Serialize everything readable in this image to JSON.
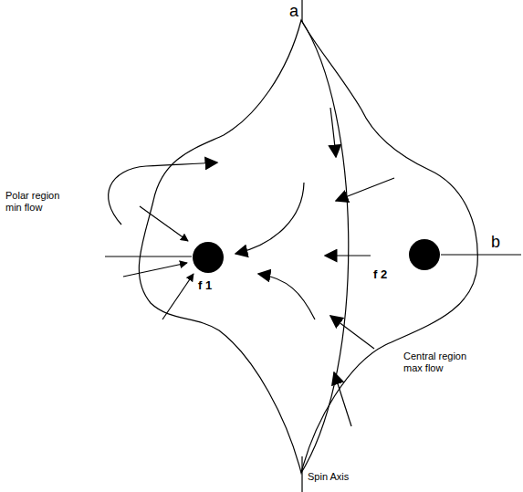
{
  "diagram": {
    "nodes": [
      {
        "text": [
          "f 1"
        ]
      },
      {
        "text": [
          "f 2"
        ]
      }
    ],
    "labels": [
      "a",
      "b",
      "Polar region min flow",
      "Central region max flow",
      "Spin Axis"
    ]
  }
}
